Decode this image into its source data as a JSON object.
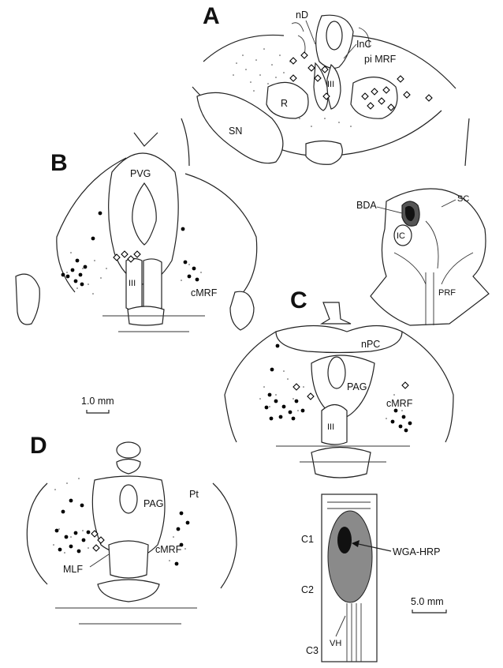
{
  "panels": {
    "A": {
      "letter": "A",
      "labels": {
        "nD": "nD",
        "InC": "InC",
        "piMRF": "pi MRF",
        "R": "R",
        "SN": "SN",
        "III": "III"
      }
    },
    "B": {
      "letter": "B",
      "labels": {
        "PVG": "PVG",
        "III": "III",
        "cMRF": "cMRF"
      }
    },
    "C": {
      "letter": "C",
      "labels": {
        "nPC": "nPC",
        "PAG": "PAG",
        "cMRF": "cMRF",
        "III": "III"
      }
    },
    "D": {
      "letter": "D",
      "labels": {
        "PAG": "PAG",
        "Pt": "Pt",
        "cMRF": "cMRF",
        "MLF": "MLF"
      }
    },
    "injection": {
      "labels": {
        "BDA": "BDA",
        "SC": "SC",
        "IC": "IC",
        "PRF": "PRF"
      }
    },
    "spinal": {
      "labels": {
        "C1": "C1",
        "C2": "C2",
        "C3": "C3",
        "WGA": "WGA-HRP",
        "VH": "VH"
      }
    }
  },
  "scale_bars": {
    "brain": "1.0 mm",
    "spinal": "5.0 mm"
  },
  "colors": {
    "ink": "#222222",
    "injection_dark": "#111111",
    "injection_halo": "#555555",
    "spread_gray": "#8a8a8a"
  }
}
